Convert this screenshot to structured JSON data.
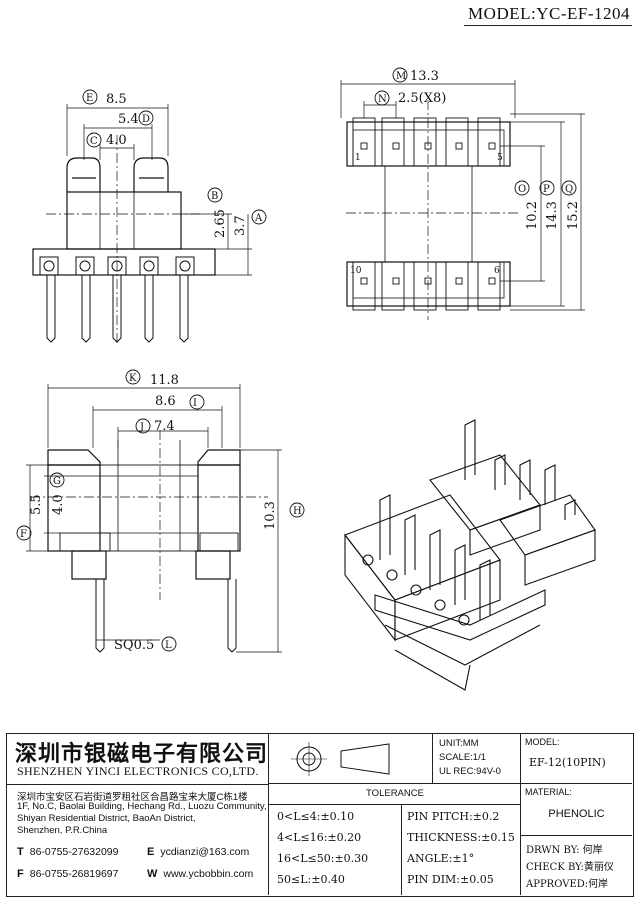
{
  "header": {
    "model": "MODEL:YC-EF-1204"
  },
  "view_front": {
    "dims": {
      "E": "8.5",
      "D": "5.4",
      "C": "4.0",
      "B": "2.65",
      "A": "3.7"
    },
    "markers": {
      "E": "E",
      "D": "D",
      "C": "C",
      "B": "B",
      "A": "A"
    }
  },
  "view_top": {
    "dims": {
      "M": "13.3",
      "N": "2.5(X8)",
      "O": "10.2",
      "P": "14.3",
      "Q": "15.2"
    },
    "markers": {
      "M": "M",
      "N": "N",
      "O": "O",
      "P": "P",
      "Q": "Q"
    },
    "pins": {
      "p1": "1",
      "p5": "5",
      "p10": "10",
      "p6": "6"
    }
  },
  "view_side": {
    "dims": {
      "K": "11.8",
      "I": "8.6",
      "J": "7.4",
      "G": "4.0",
      "F": "5.5",
      "H": "10.3",
      "L": "SQ0.5"
    },
    "markers": {
      "K": "K",
      "I": "I",
      "J": "J",
      "G": "G",
      "F": "F",
      "H": "H",
      "L": "L"
    }
  },
  "title_block": {
    "company_cn": "深圳市银磁电子有限公司",
    "company_en": "SHENZHEN YINCI ELECTRONICS CO,LTD.",
    "address": [
      "深圳市宝安区石岩街道罗租社区合昌路宝来大厦C栋1楼",
      "1F, No.C, Baolai Building, Hechang Rd., Luozu Community,",
      "Shiyan Residential District, BaoAn District,",
      "Shenzhen, P.R.China"
    ],
    "tel_label": "T",
    "tel": "86-0755-27632099",
    "fax_label": "F",
    "fax": "86-0755-26819697",
    "email_label": "E",
    "email": "ycdianzi@163.com",
    "web_label": "W",
    "web": "www.ycbobbin.com",
    "unit": "UNIT:MM",
    "scale": "SCALE:1/1",
    "ul_rec": "UL REC:94V-0",
    "model_label": "MODEL:",
    "model_value": "EF-12(10PIN)",
    "material_label": "MATERIAL:",
    "material_value": "PHENOLIC",
    "tolerance_title": "TOLERANCE",
    "tolerances_left": [
      "0<L≤4:±0.10",
      "4<L≤16:±0.20",
      "16<L≤50:±0.30",
      "50≤L:±0.40"
    ],
    "tolerances_right": [
      "PIN PITCH:±0.2",
      "THICKNESS:±0.15",
      "ANGLE:±1°",
      "PIN DIM:±0.05"
    ],
    "drwn_by": "DRWN BY: 何岸",
    "check_by": "CHECK BY:黄丽仪",
    "approved": "APPROVED:何岸"
  }
}
